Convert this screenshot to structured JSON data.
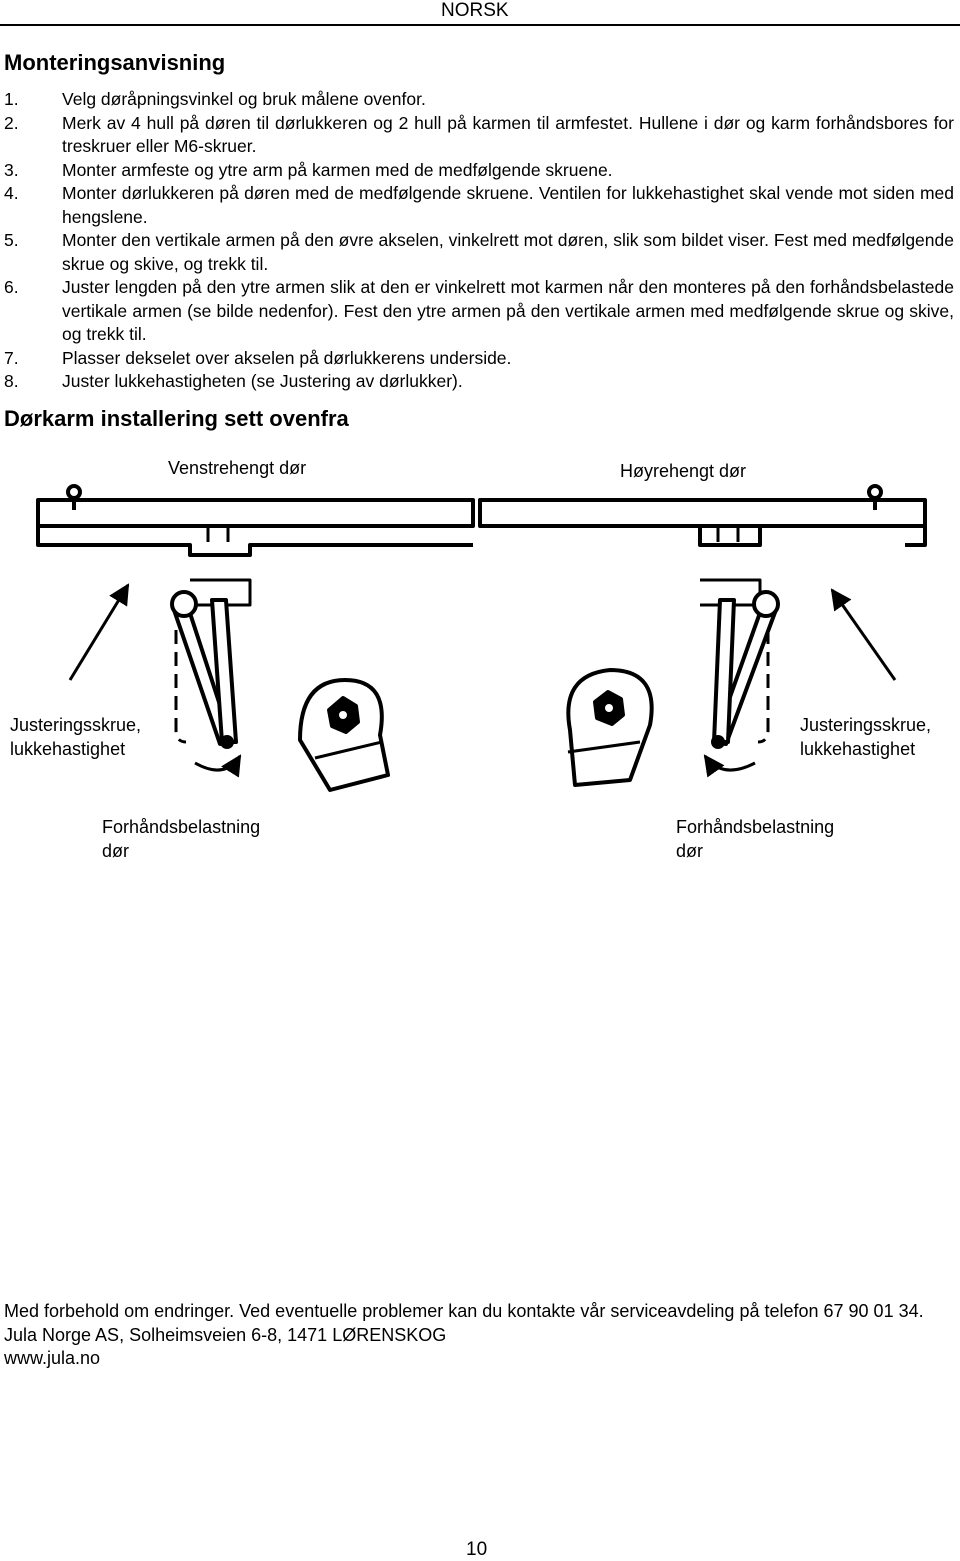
{
  "header": {
    "language": "NORSK"
  },
  "instructions": {
    "title": "Monteringsanvisning",
    "steps": [
      {
        "num": "1.",
        "text": "Velg døråpningsvinkel og bruk målene ovenfor."
      },
      {
        "num": "2.",
        "text": "Merk av 4 hull på døren til dørlukkeren og 2 hull på karmen til armfestet. Hullene i dør og karm forhåndsbores for treskruer eller M6-skruer."
      },
      {
        "num": "3.",
        "text": "Monter armfeste og ytre arm på karmen med de medfølgende skruene."
      },
      {
        "num": "4.",
        "text": "Monter dørlukkeren på døren med de medfølgende skruene. Ventilen for lukkehastighet skal vende mot siden med hengslene."
      },
      {
        "num": "5.",
        "text": "Monter den vertikale armen på den øvre akselen, vinkelrett mot døren, slik som bildet viser. Fest med medfølgende skrue og skive, og trekk til."
      },
      {
        "num": "6.",
        "text": "Juster lengden på den ytre armen slik at den er vinkelrett mot karmen når den monteres på den forhåndsbelastede vertikale armen (se bilde nedenfor). Fest den ytre armen på den vertikale armen med medfølgende skrue og skive, og trekk til."
      },
      {
        "num": "7.",
        "text": "Plasser dekselet over akselen på dørlukkerens underside."
      },
      {
        "num": "8.",
        "text": "Juster lukkehastigheten (se Justering av dørlukker)."
      }
    ]
  },
  "diagram": {
    "title": "Dørkarm installering sett ovenfra",
    "left_door": "Venstrehengt dør",
    "right_door": "Høyrehengt dør",
    "adjust_screw_left_1": "Justeringsskrue,",
    "adjust_screw_left_2": "lukkehastighet",
    "adjust_screw_right_1": "Justeringsskrue,",
    "adjust_screw_right_2": "lukkehastighet",
    "preload_left_1": "Forhåndsbelastning",
    "preload_left_2": "dør",
    "preload_right_1": "Forhåndsbelastning",
    "preload_right_2": "dør"
  },
  "footer": {
    "line1": "Med forbehold om endringer. Ved eventuelle problemer kan du kontakte vår serviceavdeling på telefon 67 90 01 34.",
    "line2": "Jula Norge AS, Solheimsveien 6-8, 1471 LØRENSKOG",
    "line3": "www.jula.no"
  },
  "page": {
    "number": "10"
  }
}
